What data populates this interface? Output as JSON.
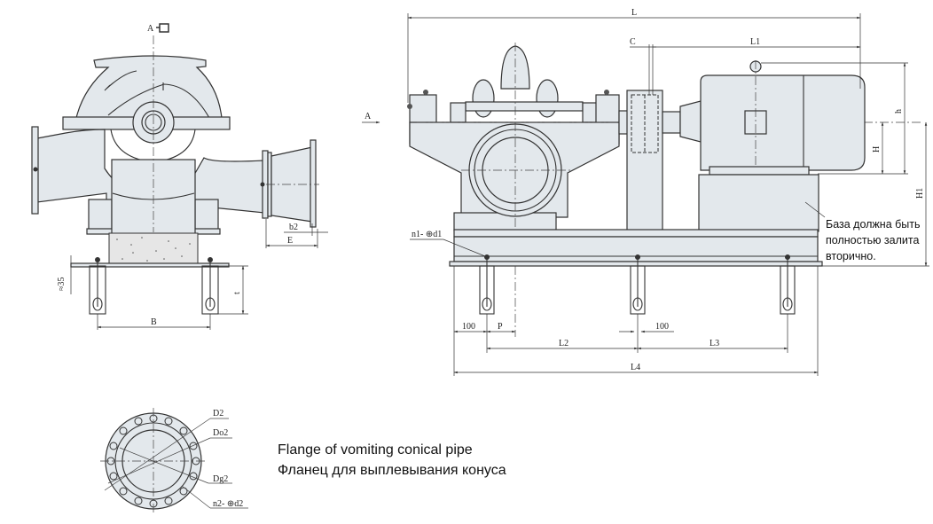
{
  "views": {
    "side_view": {
      "view_marker": "A",
      "dimensions": {
        "b2": "b2",
        "e": "E",
        "approx_35": "≈35",
        "t": "t",
        "b": "B"
      }
    },
    "front_view": {
      "view_arrow": "A",
      "dimensions": {
        "l": "L",
        "c": "C",
        "l1": "L1",
        "h_small": "h",
        "h_big": "H",
        "h1": "H1",
        "n1_d1": "n1- ⊕d1",
        "d100_left": "100",
        "p": "P",
        "l2": "L2",
        "d100_mid": "100",
        "l3": "L3",
        "l4": "L4"
      },
      "note_lines": [
        "База должна быть",
        "полностью залита",
        "вторично."
      ]
    },
    "flange_view": {
      "labels": {
        "d2": "D2",
        "do2": "Do2",
        "dg2": "Dg2",
        "n2_d2": "n2- ⊕d2"
      },
      "caption_en": "Flange of vomiting conical pipe",
      "caption_ru": "Фланец для выплевывания конуса"
    }
  },
  "colors": {
    "body": "#e3e8ec",
    "line": "#333333"
  }
}
